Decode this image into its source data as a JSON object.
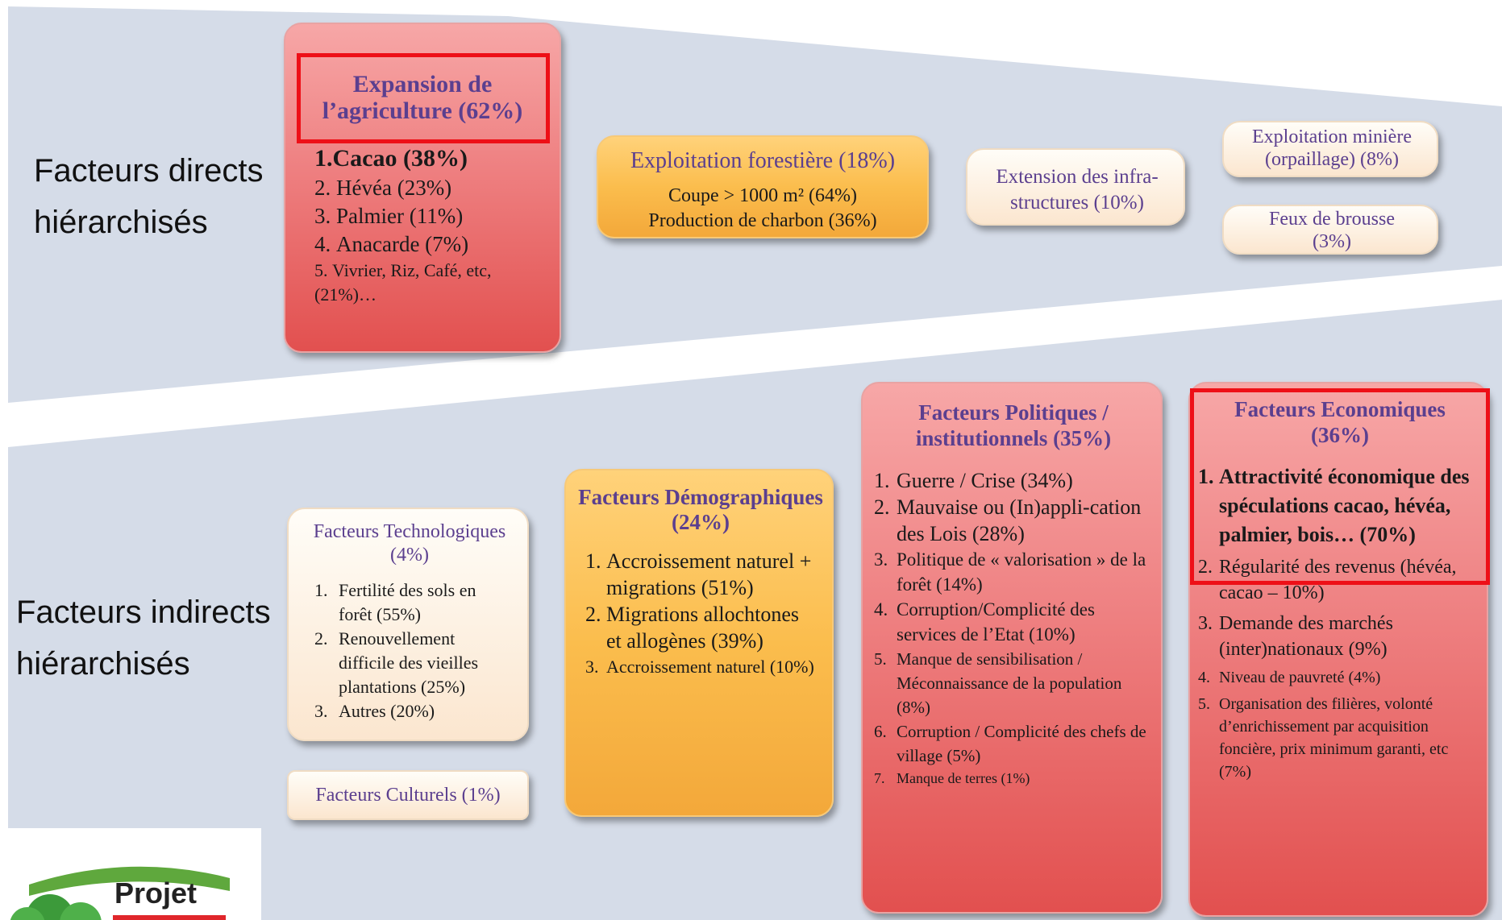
{
  "rows": {
    "direct_label": "Facteurs directs hiérarchisés",
    "indirect_label": "Facteurs indirects hiérarchisés"
  },
  "direct": {
    "agriculture": {
      "title": "Expansion de l’agriculture (62%)",
      "items": [
        {
          "n": "1.",
          "text": "Cacao (38%)"
        },
        {
          "n": "2.",
          "text": "Hévéa (23%)"
        },
        {
          "n": "3.",
          "text": "Palmier (11%)"
        },
        {
          "n": "4.",
          "text": "Anacarde (7%)"
        },
        {
          "n": "5.",
          "text": "Vivrier, Riz, Café, etc, (21%)…"
        }
      ]
    },
    "forestiere": {
      "title": "Exploitation forestière (18%)",
      "line1": "Coupe > 1000 m² (64%)",
      "line2": "Production de charbon (36%)"
    },
    "infrastructures": {
      "title": "Extension des infra-structures (10%)"
    },
    "miniere": {
      "title": "Exploitation minière (orpaillage) (8%)"
    },
    "feux": {
      "title": "Feux de brousse (3%)"
    }
  },
  "indirect": {
    "technologiques": {
      "title": "Facteurs Technologiques (4%)",
      "items": [
        {
          "n": "1.",
          "text": "Fertilité des sols en forêt (55%)"
        },
        {
          "n": "2.",
          "text": "Renouvellement difficile des vieilles plantations (25%)"
        },
        {
          "n": "3.",
          "text": "Autres (20%)"
        }
      ]
    },
    "culturels": {
      "title": "Facteurs Culturels (1%)"
    },
    "demographiques": {
      "title": "Facteurs Démographiques (24%)",
      "items": [
        {
          "n": "1.",
          "text": "Accroissement naturel + migrations (51%)"
        },
        {
          "n": "2.",
          "text": "Migrations allochtones et allogènes (39%)"
        },
        {
          "n": "3.",
          "text": "Accroissement naturel (10%)"
        }
      ]
    },
    "politiques": {
      "title": "Facteurs Politiques / institutionnels (35%)",
      "items": [
        {
          "n": "1.",
          "text": "Guerre / Crise (34%)"
        },
        {
          "n": "2.",
          "text": "Mauvaise ou (In)appli-cation des Lois (28%)"
        },
        {
          "n": "3.",
          "text": "Politique de « valorisation » de la forêt (14%)"
        },
        {
          "n": "4.",
          "text": "Corruption/Complicité des services de l’Etat (10%)"
        },
        {
          "n": "5.",
          "text": "Manque de sensibilisation / Méconnaissance de la population (8%)"
        },
        {
          "n": "6.",
          "text": "Corruption / Complicité des chefs de village (5%)"
        },
        {
          "n": "7.",
          "text": "Manque de terres (1%)"
        }
      ]
    },
    "economiques": {
      "title": "Facteurs Economiques (36%)",
      "items": [
        {
          "n": "1.",
          "text": "Attractivité économique des spéculations cacao, hévéa, palmier, bois… (70%)"
        },
        {
          "n": "2.",
          "text": "Régularité des revenus (hévéa, cacao – 10%)"
        },
        {
          "n": "3.",
          "text": "Demande des marchés (inter)nationaux (9%)"
        },
        {
          "n": "4.",
          "text": "Niveau de pauvreté (4%)"
        },
        {
          "n": "5.",
          "text": "Organisation des filières, volonté d’enrichissement par acquisition foncière, prix minimum garanti, etc (7%)"
        }
      ]
    }
  },
  "logo": {
    "text": "Projet"
  },
  "colors": {
    "band": "#d5dce8",
    "highlight": "#ee0f17",
    "title_text": "#5b3f8f"
  }
}
